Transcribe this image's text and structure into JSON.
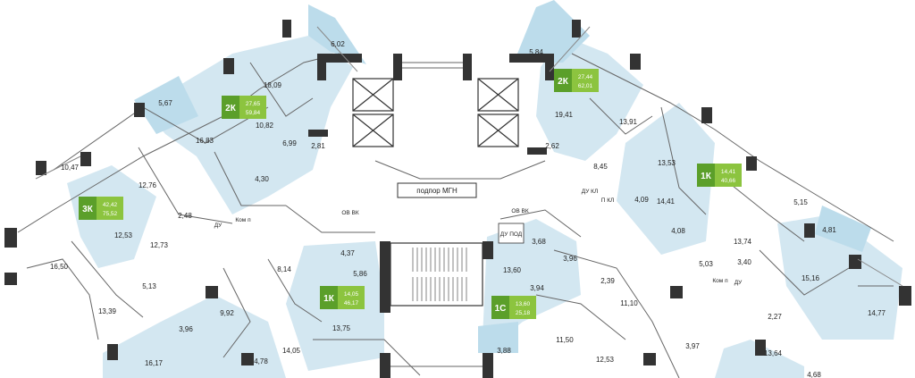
{
  "colors": {
    "apartment_fill": "#d3e7f1",
    "balcony_fill": "#bcdceb",
    "wall": "#333333",
    "badge_dark": "#5b9f2a",
    "badge_light": "#8cc43f",
    "line": "#666666"
  },
  "apartments": [
    {
      "type": "2К",
      "living": "27,65",
      "total": "59,84"
    },
    {
      "type": "2К",
      "living": "27,44",
      "total": "62,01"
    },
    {
      "type": "3К",
      "living": "42,42",
      "total": "75,52"
    },
    {
      "type": "1К",
      "living": "14,41",
      "total": "40,66"
    },
    {
      "type": "1К",
      "living": "14,05",
      "total": "46,17"
    },
    {
      "type": "1С",
      "living": "13,60",
      "total": "25,18"
    }
  ],
  "service_labels": {
    "podpor": "подпор МГН",
    "ov_vk_left": "ОВ ВК",
    "ov_vk_right": "ОВ ВК",
    "du_left": "ДУ",
    "kom_left": "Ком п",
    "du_pod": "ДУ ПОД",
    "du_kl": "ДУ КЛ",
    "p_kl": "П КЛ",
    "kom_right": "Ком п",
    "du_right": "ДУ"
  },
  "room_areas": [
    "6,02",
    "18,09",
    "5,67",
    "10,82",
    "6,99",
    "2,81",
    "16,83",
    "10,47",
    "12,76",
    "4,30",
    "2,48",
    "12,53",
    "12,73",
    "16,50",
    "5,13",
    "13,39",
    "9,92",
    "3,96",
    "16,17",
    "4,78",
    "8,14",
    "4,37",
    "5,86",
    "13,75",
    "14,05",
    "3,88",
    "5,84",
    "19,41",
    "13,91",
    "2,62",
    "8,45",
    "13,53",
    "4,09",
    "4,08",
    "14,41",
    "5,15",
    "4,81",
    "13,74",
    "3,40",
    "5,03",
    "15,16",
    "14,77",
    "2,27",
    "13,64",
    "4,68",
    "3,68",
    "3,96",
    "13,60",
    "3,94",
    "2,39",
    "11,10",
    "11,50",
    "12,53",
    "3,97"
  ]
}
